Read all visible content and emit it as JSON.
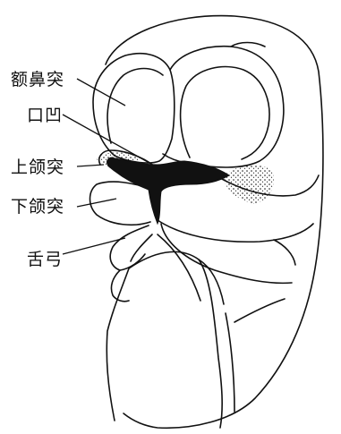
{
  "labels": {
    "frontonasal": "额鼻突",
    "stomodeum": "口凹",
    "maxillary": "上颌突",
    "mandibular": "下颌突",
    "tongue_arch": "舌弓"
  },
  "colors": {
    "ink": "#111111",
    "background": "#ffffff"
  }
}
